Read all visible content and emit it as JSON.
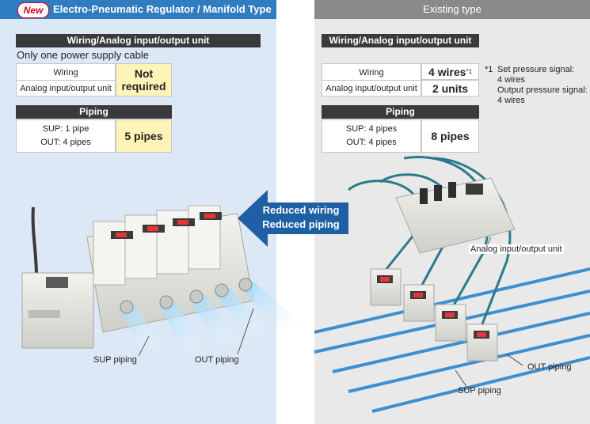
{
  "left": {
    "badge": "New",
    "title": "Electro-Pneumatic Regulator / Manifold Type",
    "section1_title": "Wiring/Analog input/output unit",
    "note": "Only one power supply cable",
    "rows": [
      {
        "label": "Wiring"
      },
      {
        "label": "Analog input/output unit"
      }
    ],
    "value1_line1": "Not",
    "value1_line2": "required",
    "section2_title": "Piping",
    "piping_line1": "SUP: 1 pipe",
    "piping_line2": "OUT: 4 pipes",
    "piping_value": "5 pipes",
    "label_sup": "SUP piping",
    "label_out": "OUT piping"
  },
  "center": {
    "line1": "Reduced wiring",
    "line2": "Reduced piping",
    "arrow_color": "#1f5fa3"
  },
  "right": {
    "title": "Existing type",
    "section1_title": "Wiring/Analog input/output unit",
    "rows": [
      {
        "label": "Wiring",
        "value": "4 wires",
        "sup": "*1"
      },
      {
        "label": "Analog input/output unit",
        "value": "2 units"
      }
    ],
    "footnote_mark": "*1",
    "footnote_line1": "Set pressure signal:",
    "footnote_line2": "4 wires",
    "footnote_line3": "Output pressure signal:",
    "footnote_line4": "4 wires",
    "section2_title": "Piping",
    "piping_line1": "SUP: 4 pipes",
    "piping_line2": "OUT: 4 pipes",
    "piping_value": "8 pipes",
    "label_unit": "Analog input/output unit",
    "label_out": "OUT piping",
    "label_sup": "SUP piping"
  },
  "colors": {
    "left_bg": "#dce8f5",
    "left_header": "#2f7cc1",
    "right_bg": "#e9e9e9",
    "right_header": "#8a8a8a",
    "highlight": "#fff4b8",
    "tube": "#3f8fd0",
    "cable": "#2a7a8c"
  }
}
